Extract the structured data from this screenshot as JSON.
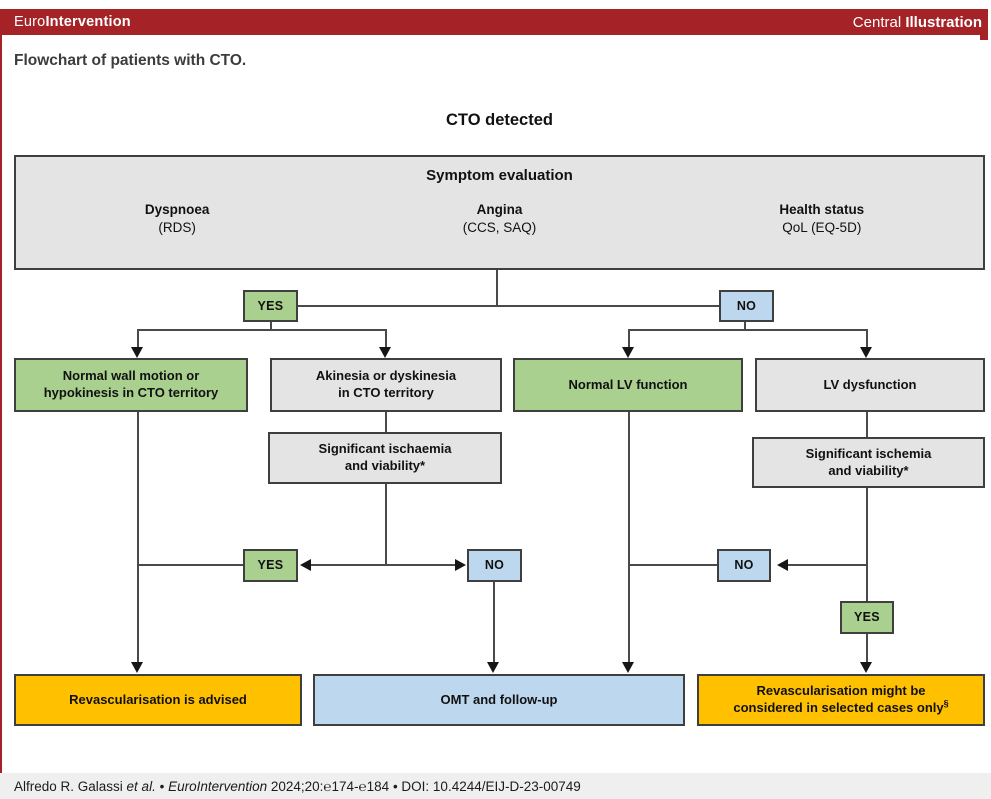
{
  "header": {
    "brand_regular": "Euro",
    "brand_bold": "Intervention",
    "central_regular": "Central ",
    "central_bold": "Illustration"
  },
  "figure_title": "Flowchart of patients with CTO.",
  "flowchart": {
    "root_label": "CTO detected",
    "symptom": {
      "title": "Symptom evaluation",
      "columns": [
        {
          "label": "Dyspnoea",
          "sub": "(RDS)"
        },
        {
          "label": "Angina",
          "sub": "(CCS, SAQ)"
        },
        {
          "label": "Health status",
          "sub": "QoL (EQ-5D)"
        }
      ]
    },
    "labels": {
      "yes_top": "YES",
      "no_top": "NO",
      "normal_wall": "Normal wall motion or\nhypokinesis in CTO territory",
      "akinesia": "Akinesia or dyskinesia\nin CTO territory",
      "normal_lv": "Normal LV function",
      "lv_dysfunction": "LV dysfunction",
      "ischaemia_left": "Significant ischaemia\nand viability*",
      "ischemia_right": "Significant ischemia\nand viability*",
      "yes_mid_left": "YES",
      "no_mid_left": "NO",
      "no_mid_right": "NO",
      "yes_mid_right": "YES",
      "outcome_advised": "Revascularisation is advised",
      "outcome_omt": "OMT and follow-up",
      "outcome_selected_line1": "Revascularisation might be",
      "outcome_selected_line2": "considered in selected cases only",
      "outcome_selected_ref": "§"
    }
  },
  "footer": {
    "authors": "Alfredo R. Galassi ",
    "et_al": "et al.",
    "sep1": " • ",
    "journal": "EuroIntervention",
    "citation": " 2024;20:℮174-℮184",
    "sep2": " • ",
    "doi": "DOI: 10.4244/EIJ-D-23-00749"
  },
  "colors": {
    "brand_red": "#a52226",
    "box_green": "#a9d08e",
    "box_blue": "#bdd7ee",
    "box_orange": "#ffc000",
    "box_gray": "#e4e4e4",
    "border_gray": "#3f3f3f",
    "footer_bg": "#efefef"
  }
}
